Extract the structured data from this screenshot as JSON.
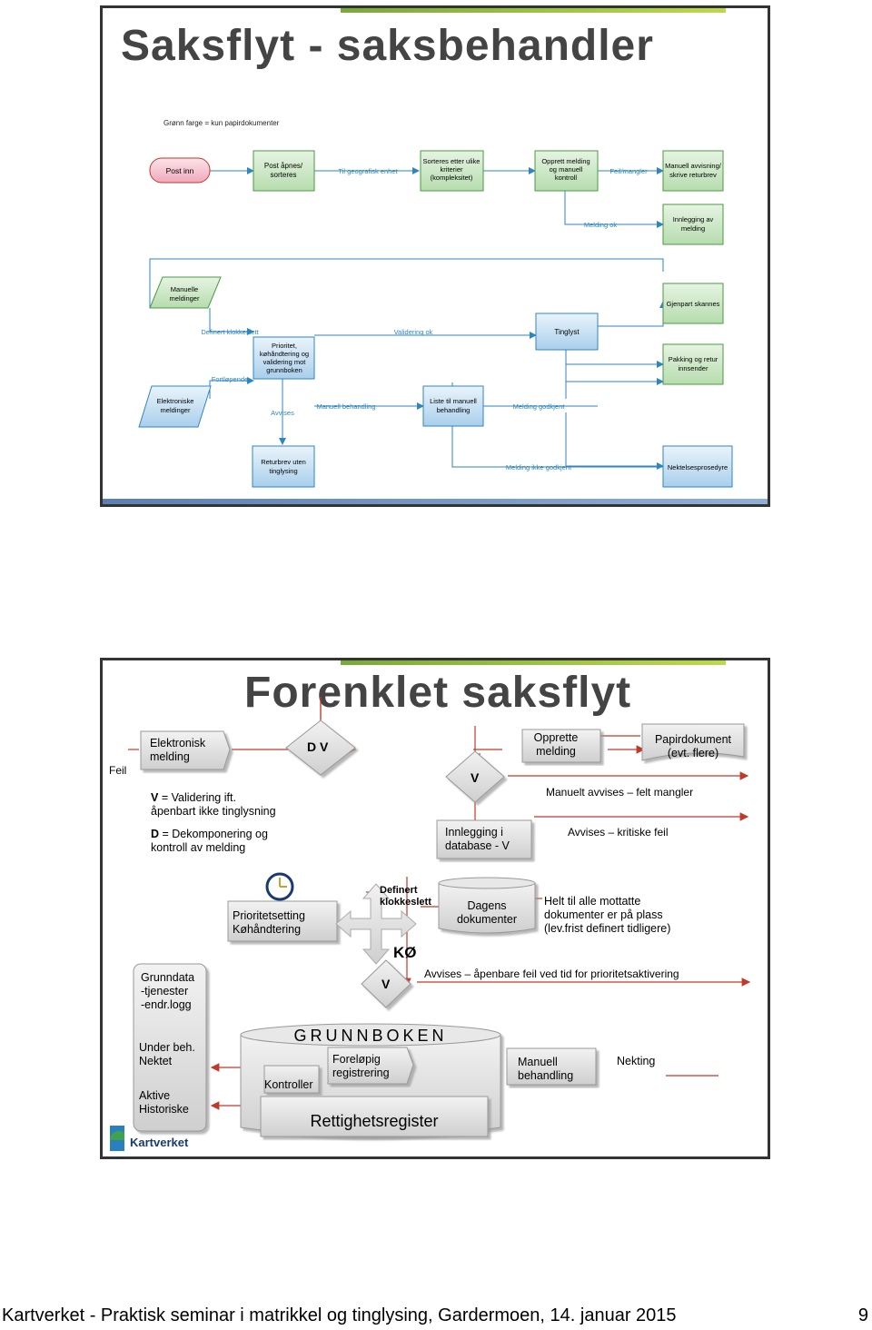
{
  "slide1": {
    "title": "Saksflyt - saksbehandler",
    "legend": "Grønn farge = kun papirdokumenter",
    "nodes": {
      "post_inn": "Post inn",
      "postapnes": [
        "Post åpnes/",
        "sorteres"
      ],
      "sorteres": [
        "Sorteres etter ulike",
        "kriterier",
        "(kompleksitet)"
      ],
      "opprett": [
        "Opprett melding",
        "og manuell",
        "kontroll"
      ],
      "manuell_avvisning": [
        "Manuell avvisning/",
        "skrive returbrev"
      ],
      "innlegging": [
        "Innlegging av",
        "melding"
      ],
      "manuelle_meldinger": [
        "Manuelle",
        "meldinger"
      ],
      "gjenpart": "Gjenpart skannes",
      "prioritet": [
        "Prioritet,",
        "køhåndtering og",
        "validering mot",
        "grunnboken"
      ],
      "tinglyst": "Tinglyst",
      "pakking": [
        "Pakking og retur",
        "innsender"
      ],
      "elektroniske": [
        "Elektroniske",
        "meldinger"
      ],
      "liste": [
        "Liste til manuell",
        "behandling"
      ],
      "returbrev": [
        "Returbrev uten",
        "tinglysing"
      ],
      "nektelse": "Nektelsesprosedyre"
    },
    "edge_labels": {
      "geografisk": "Til geografisk enhet",
      "feil": "Feil/mangler",
      "melding_ok": "Melding ok",
      "definert": "Definert klokkeslett",
      "fortlopende": "Fortløpende",
      "validering_ok": "Validering ok",
      "avvises": "Avvises",
      "manuell_behandling": "Manuell behandling",
      "godkjent": "Melding godkjent",
      "ikke_godkjent": "Melding ikke godkjent"
    }
  },
  "slide2": {
    "title": "Forenklet saksflyt",
    "feil": "Feil",
    "elektronisk": [
      "Elektronisk",
      "melding"
    ],
    "dv": "D  V",
    "v": "V",
    "opprette": [
      "Opprette",
      "melding"
    ],
    "papir": [
      "Papirdokument",
      "(evt. flere)"
    ],
    "manuelt_avvises": "Manuelt avvises – felt mangler",
    "legend_v_key": "V",
    "legend_v": [
      " = Validering ift.",
      "åpenbart ikke tinglysning"
    ],
    "legend_d_key": "D",
    "legend_d": [
      " = Dekomponering og",
      "kontroll av melding"
    ],
    "innlegging": [
      "Innlegging i",
      "database - V"
    ],
    "avvises_kritiske": "Avvises – kritiske feil",
    "prioritetsetting": [
      "Prioritetsetting",
      "Køhåndtering"
    ],
    "definert": [
      "Definert",
      "klokkeslett"
    ],
    "dagens": [
      "Dagens",
      "dokumenter"
    ],
    "helt": [
      "Helt til alle mottatte",
      "dokumenter er på plass",
      "(lev.frist definert tidligere)"
    ],
    "ko": "KØ",
    "v2": "V",
    "avvises_apenbare": "Avvises – åpenbare feil ved tid for prioritetsaktivering",
    "grunndata": [
      "Grunndata",
      "-tjenester",
      "-endr.logg"
    ],
    "under": [
      "Under beh.",
      "Nektet"
    ],
    "aktive": [
      "Aktive",
      "Historiske"
    ],
    "grunnboken": "GRUNNBOKEN",
    "kontroller": "Kontroller",
    "forelopig": [
      "Foreløpig",
      "registrering"
    ],
    "rettighetsregister": "Rettighetsregister",
    "manuell": [
      "Manuell",
      "behandling"
    ],
    "nekting": "Nekting",
    "logo": "Kartverket"
  },
  "footer": "Kartverket - Praktisk seminar i matrikkel og tinglysing, Gardermoen, 14. januar 2015",
  "page_number": "9",
  "colors": {
    "green_box": "#6fb86a",
    "pink_box": "#f2b8c6",
    "blue_box": "#b8d8ef",
    "parallelogram": "#9cc3e6",
    "arrow_blue": "#2e86c1",
    "arrow_red": "#c0392b",
    "gray_box": "#d9d9d9"
  }
}
